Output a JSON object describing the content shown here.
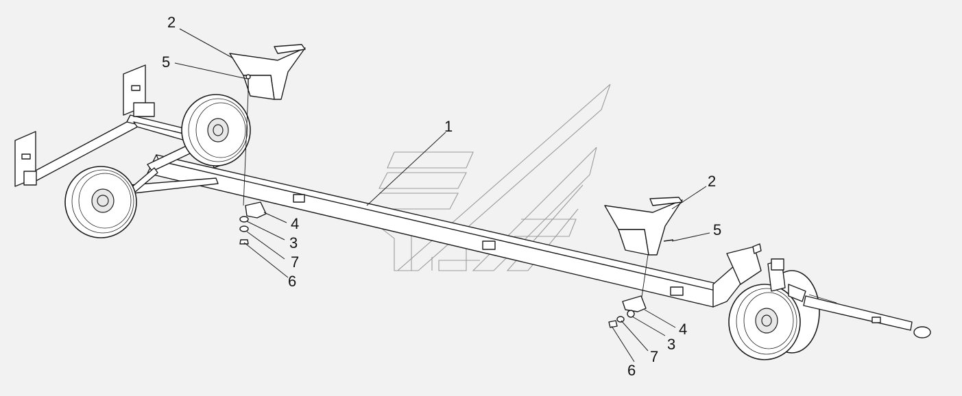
{
  "diagram": {
    "callouts": [
      {
        "id": "c1",
        "text": "1"
      },
      {
        "id": "c2a",
        "text": "2"
      },
      {
        "id": "c2b",
        "text": "2"
      },
      {
        "id": "c3a",
        "text": "3"
      },
      {
        "id": "c3b",
        "text": "3"
      },
      {
        "id": "c4a",
        "text": "4"
      },
      {
        "id": "c4b",
        "text": "4"
      },
      {
        "id": "c5a",
        "text": "5"
      },
      {
        "id": "c5b",
        "text": "5"
      },
      {
        "id": "c6a",
        "text": "6"
      },
      {
        "id": "c6b",
        "text": "6"
      },
      {
        "id": "c7a",
        "text": "7"
      },
      {
        "id": "c7b",
        "text": "7"
      }
    ]
  }
}
